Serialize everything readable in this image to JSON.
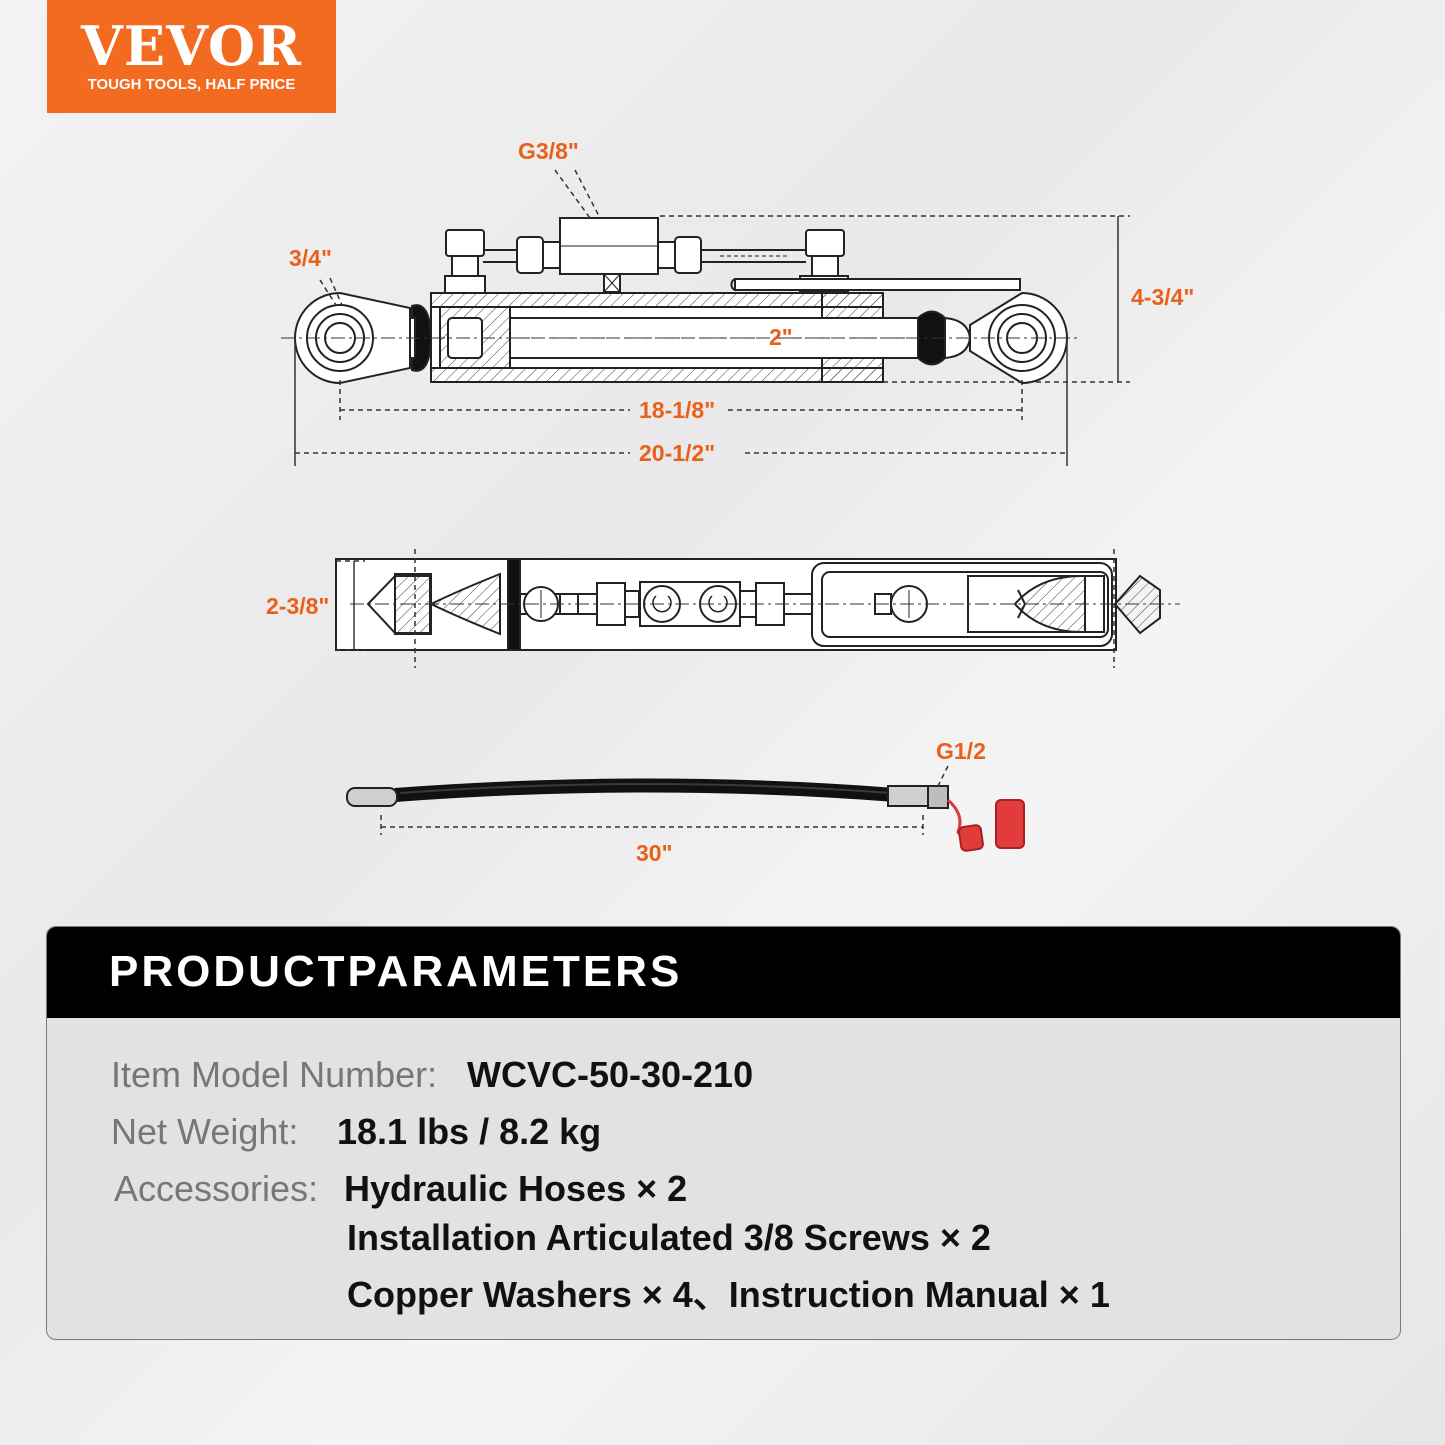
{
  "brand": {
    "name": "VEVOR",
    "tagline": "TOUGH TOOLS, HALF PRICE",
    "color": "#f26b21"
  },
  "diagram": {
    "label_color": "#e8601c",
    "dimensions": {
      "port_thread": "G3/8\"",
      "pin_diameter": "3/4\"",
      "bore": "2\"",
      "height": "4-3/4\"",
      "retracted_length": "18-1/8\"",
      "overall_length": "20-1/2\"",
      "width": "2-3/8\""
    },
    "hose": {
      "fitting_thread": "G1/2",
      "length": "30\""
    }
  },
  "parameters": {
    "title": "PRODUCTPARAMETERS",
    "model_label": "Item Model Number:",
    "model_value": "WCVC-50-30-210",
    "weight_label": "Net Weight:",
    "weight_value": "18.1 lbs / 8.2 kg",
    "accessories_label": "Accessories:",
    "accessories": [
      "Hydraulic Hoses × 2",
      "Installation Articulated 3/8 Screws × 2",
      "Copper Washers × 4、Instruction Manual × 1"
    ]
  }
}
